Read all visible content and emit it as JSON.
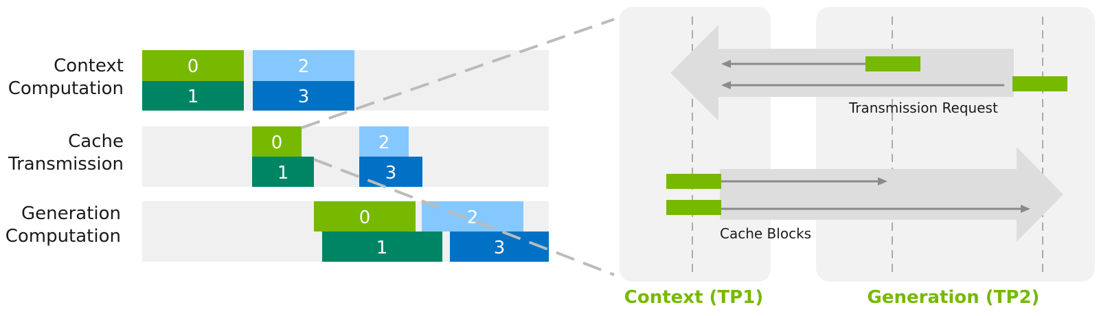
{
  "rows": [
    {
      "label": "Context\nComputation"
    },
    {
      "label": "Cache\nTransmission"
    },
    {
      "label": "Generation\nComputation"
    }
  ],
  "blocks": [
    {
      "row": 0,
      "id": "0",
      "color": "#76b900"
    },
    {
      "row": 0,
      "id": "1",
      "color": "#008564"
    },
    {
      "row": 0,
      "id": "2",
      "color": "#85c8ff"
    },
    {
      "row": 0,
      "id": "3",
      "color": "#0071c5"
    },
    {
      "row": 1,
      "id": "0",
      "color": "#76b900"
    },
    {
      "row": 1,
      "id": "1",
      "color": "#008564"
    },
    {
      "row": 1,
      "id": "2",
      "color": "#85c8ff"
    },
    {
      "row": 1,
      "id": "3",
      "color": "#0071c5"
    },
    {
      "row": 2,
      "id": "0",
      "color": "#76b900"
    },
    {
      "row": 2,
      "id": "1",
      "color": "#008564"
    },
    {
      "row": 2,
      "id": "2",
      "color": "#85c8ff"
    },
    {
      "row": 2,
      "id": "3",
      "color": "#0071c5"
    }
  ],
  "detail": {
    "transmission_request_label": "Transmission Request",
    "cache_blocks_label": "Cache Blocks",
    "context_title": "Context (TP1)",
    "generation_title": "Generation (TP2)"
  },
  "colors": {
    "lane_bg": "#f0f0f0",
    "panel_bg": "#f2f2f2",
    "arrow_fill": "#dddddd",
    "accent_green": "#76b900",
    "line_gray": "#8a8a8a",
    "dash_gray": "#bbbbbb"
  }
}
